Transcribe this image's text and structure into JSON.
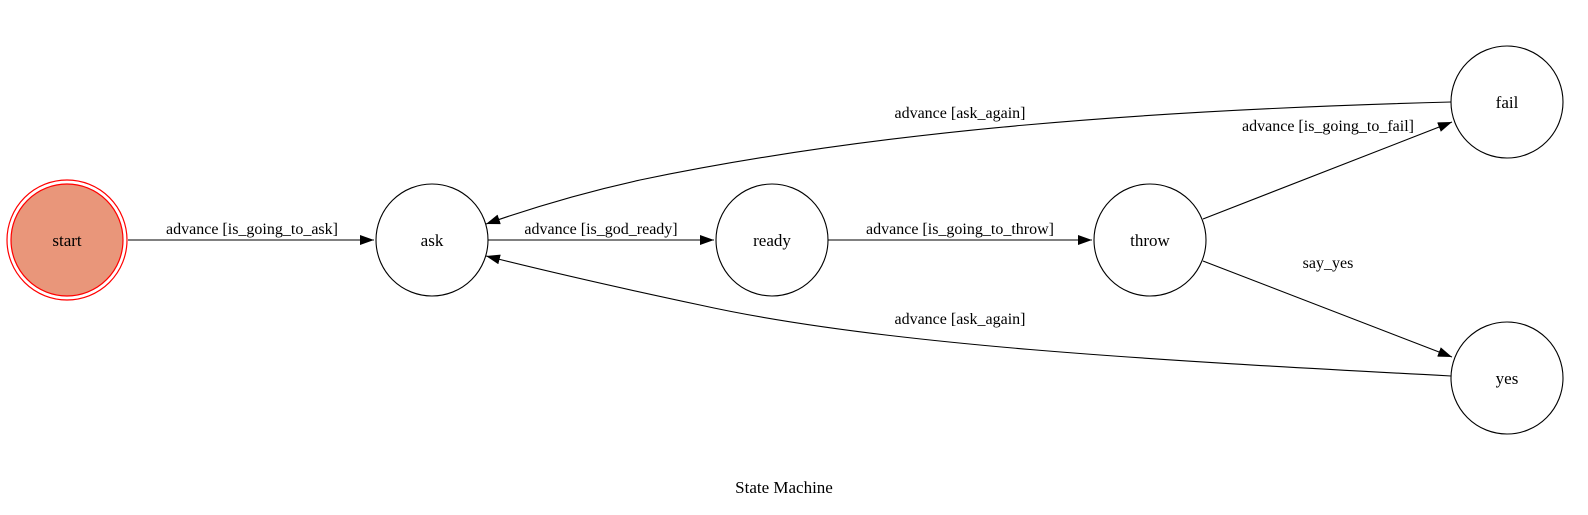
{
  "title": "State Machine",
  "colors": {
    "start_fill": "#E9967A",
    "start_stroke": "#FF0000",
    "stroke": "#000000",
    "background": "#FFFFFF"
  },
  "nodes": {
    "start": "start",
    "ask": "ask",
    "ready": "ready",
    "throw": "throw",
    "fail": "fail",
    "yes": "yes"
  },
  "edges": {
    "start_ask": "advance [is_going_to_ask]",
    "ask_ready": "advance [is_god_ready]",
    "ready_throw": "advance [is_going_to_throw]",
    "throw_fail": "advance [is_going_to_fail]",
    "throw_yes": "say_yes",
    "fail_ask": "advance [ask_again]",
    "yes_ask": "advance [ask_again]"
  }
}
